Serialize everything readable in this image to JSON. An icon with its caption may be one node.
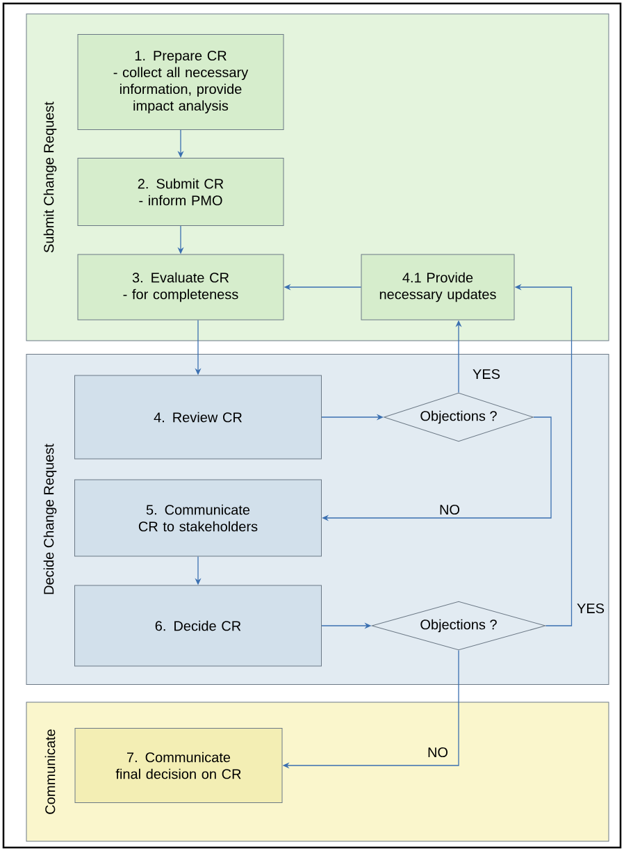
{
  "diagram": {
    "nodes": [
      {
        "text": [
          "Submit Change Request"
        ]
      },
      {
        "text": [
          "1. Prepare CR",
          "- collect all necessary information, provide impact analysis"
        ],
        "in": 0
      },
      {
        "text": [
          "2. Submit CR",
          "- inform PMO"
        ],
        "in": 0
      },
      {
        "text": [
          "3. Evaluate CR",
          "- for completeness"
        ],
        "in": 0
      },
      {
        "text": [
          "4.1 Provide necessary updates"
        ],
        "in": 0
      },
      {
        "text": [
          "Decide Change Request"
        ]
      },
      {
        "text": [
          "4. Review CR"
        ],
        "in": 5
      },
      {
        "text": [
          "Objections ?"
        ],
        "in": 5
      },
      {
        "text": [
          "5. Communicate CR to stakeholders"
        ],
        "in": 5
      },
      {
        "text": [
          "6. Decide CR"
        ],
        "in": 5
      },
      {
        "text": [
          "Objections ?"
        ],
        "in": 5
      },
      {
        "text": [
          "Communicate"
        ]
      },
      {
        "text": [
          "7. Communicate final decision on  CR"
        ],
        "in": 11
      }
    ],
    "edges": [
      {
        "from": 1,
        "to": 2,
        "arrow": "to"
      },
      {
        "from": 2,
        "to": 3,
        "arrow": "to"
      },
      {
        "from": 3,
        "to": 6,
        "arrow": "to"
      },
      {
        "from": 6,
        "to": 7,
        "arrow": "to"
      },
      {
        "from": 7,
        "to": 4,
        "arrow": "to",
        "label": "YES"
      },
      {
        "from": 7,
        "to": 8,
        "arrow": "to",
        "label": "NO"
      },
      {
        "from": 4,
        "to": 3,
        "arrow": "to"
      },
      {
        "from": 8,
        "to": 9,
        "arrow": "to"
      },
      {
        "from": 9,
        "to": 10,
        "arrow": "to"
      },
      {
        "from": 10,
        "to": 4,
        "arrow": "to",
        "label": "YES"
      },
      {
        "from": 10,
        "to": 12,
        "arrow": "to",
        "label": "NO"
      }
    ]
  }
}
